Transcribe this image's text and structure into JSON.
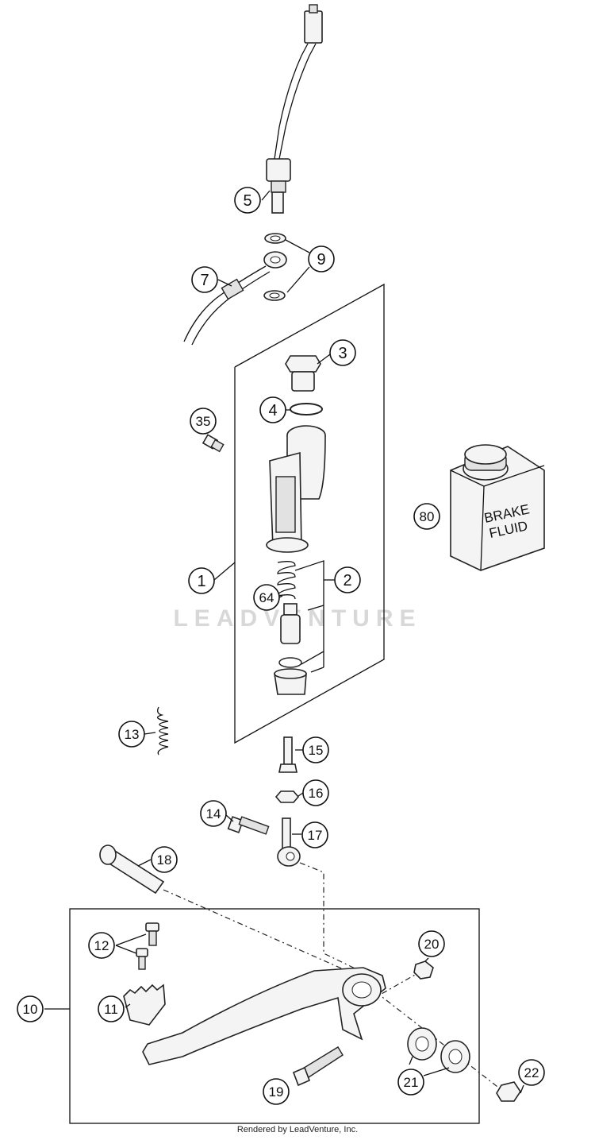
{
  "callouts": {
    "c1": "1",
    "c2": "2",
    "c3": "3",
    "c4": "4",
    "c5": "5",
    "c7": "7",
    "c9": "9",
    "c10": "10",
    "c11": "11",
    "c12": "12",
    "c13": "13",
    "c14": "14",
    "c15": "15",
    "c16": "16",
    "c17": "17",
    "c18": "18",
    "c19": "19",
    "c20": "20",
    "c21": "21",
    "c22": "22",
    "c35": "35",
    "c64": "64",
    "c80": "80"
  },
  "bottle_label": {
    "line1": "BRAKE",
    "line2": "FLUID"
  },
  "watermark": "LEADVENTURE",
  "footer": "Rendered by LeadVenture, Inc."
}
